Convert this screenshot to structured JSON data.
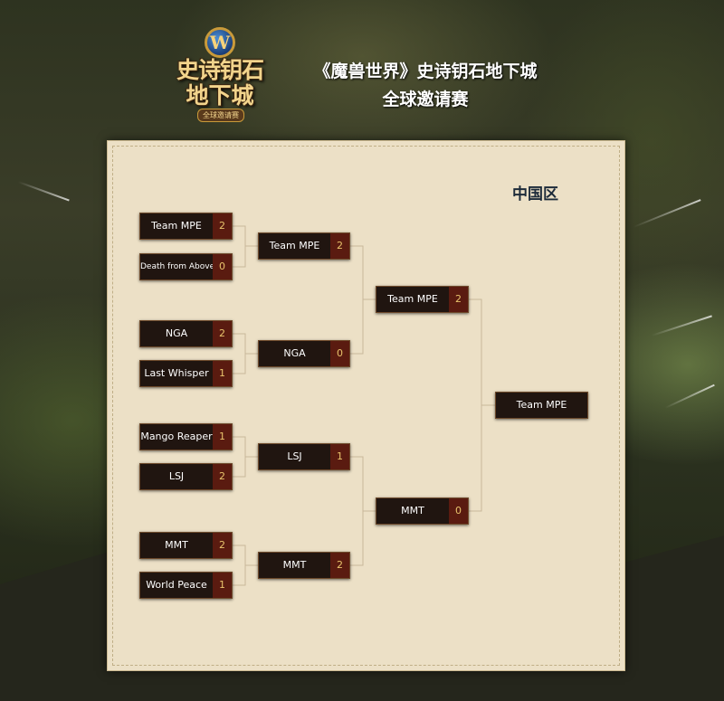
{
  "header": {
    "logo": {
      "line1": "史诗钥石",
      "line2": "地下城",
      "sub": "全球邀请赛",
      "emblem_letter": "W"
    },
    "title_line1": "《魔兽世界》史诗钥石地下城",
    "title_line2": "全球邀请赛"
  },
  "bracket": {
    "region": "中国区",
    "round1": [
      {
        "team": "Team MPE",
        "score": "2"
      },
      {
        "team": "Death from Above",
        "score": "0"
      },
      {
        "team": "NGA",
        "score": "2"
      },
      {
        "team": "Last Whisper",
        "score": "1"
      },
      {
        "team": "Mango Reaper",
        "score": "1"
      },
      {
        "team": "LSJ",
        "score": "2"
      },
      {
        "team": "MMT",
        "score": "2"
      },
      {
        "team": "World Peace",
        "score": "1"
      }
    ],
    "round2": [
      {
        "team": "Team MPE",
        "score": "2"
      },
      {
        "team": "NGA",
        "score": "0"
      },
      {
        "team": "LSJ",
        "score": "1"
      },
      {
        "team": "MMT",
        "score": "2"
      }
    ],
    "round3": [
      {
        "team": "Team MPE",
        "score": "2"
      },
      {
        "team": "MMT",
        "score": "0"
      }
    ],
    "champion": "Team MPE"
  },
  "colors": {
    "box_bg": "#201510",
    "score_bg": "#5a1b10",
    "score_text": "#e8c36c",
    "panel_bg": "#ece0c6",
    "connector": "#c9b79a"
  }
}
